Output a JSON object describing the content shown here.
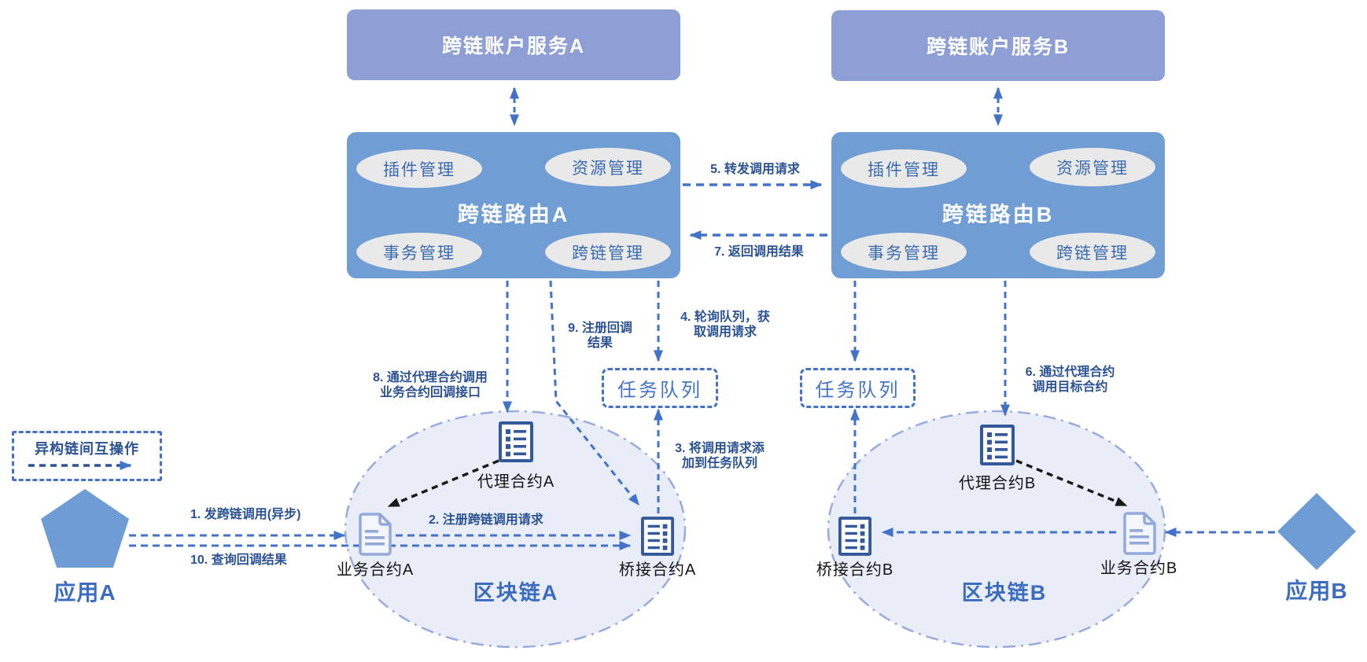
{
  "colors": {
    "service_box": "#8D9FD4",
    "router_box": "#6F9DD4",
    "module_chip": "#E9E9E9",
    "chip_text": "#3A6BB0",
    "arrow_blue": "#4273C8",
    "arrow_black": "#1A1A1A",
    "chain_ellipse_fill": "#E9EDF8",
    "chain_ellipse_border": "#98ABDE",
    "step_label_text": "#2B5293",
    "blue_text": "#3C6CC0",
    "dark_icon": "#33589B",
    "light_icon": "#93A8DB",
    "app_shape_fill": "#6E9CD4"
  },
  "legend": {
    "label": "异构链间互操作"
  },
  "services": {
    "a": {
      "label": "跨链账户服务A"
    },
    "b": {
      "label": "跨链账户服务B"
    }
  },
  "routers": {
    "a": {
      "title": "跨链路由A",
      "modules": [
        "插件管理",
        "资源管理",
        "事务管理",
        "跨链管理"
      ]
    },
    "b": {
      "title": "跨链路由B",
      "modules": [
        "插件管理",
        "资源管理",
        "事务管理",
        "跨链管理"
      ]
    }
  },
  "queues": {
    "a": {
      "label": "任务队列"
    },
    "b": {
      "label": "任务队列"
    }
  },
  "chains": {
    "a": {
      "label": "区块链A"
    },
    "b": {
      "label": "区块链B"
    }
  },
  "contracts": {
    "proxy_a": {
      "label": "代理合约A"
    },
    "business_a": {
      "label": "业务合约A"
    },
    "bridge_a": {
      "label": "桥接合约A"
    },
    "proxy_b": {
      "label": "代理合约B"
    },
    "bridge_b": {
      "label": "桥接合约B"
    },
    "business_b": {
      "label": "业务合约B"
    }
  },
  "apps": {
    "a": {
      "label": "应用A"
    },
    "b": {
      "label": "应用B"
    }
  },
  "steps": {
    "s1": "1. 发跨链调用(异步)",
    "s2": "2. 注册跨链调用请求",
    "s3": "3. 将调用请求添\n加到任务队列",
    "s4": "4. 轮询队列，获\n取调用请求",
    "s5": "5. 转发调用请求",
    "s6": "6. 通过代理合约\n调用目标合约",
    "s7": "7. 返回调用结果",
    "s8": "8. 通过代理合约调用\n业务合约回调接口",
    "s9": "9. 注册回调\n结果",
    "s10": "10. 查询回调结果"
  }
}
